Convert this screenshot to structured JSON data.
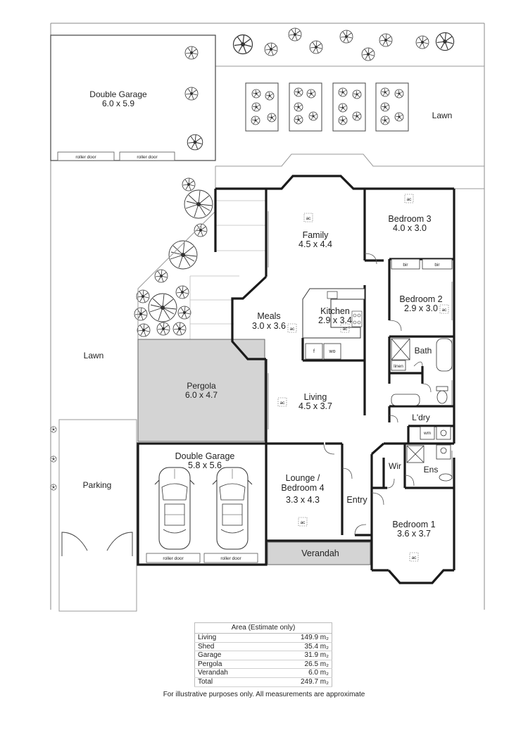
{
  "rooms": {
    "garage_top": {
      "name": "Double Garage",
      "size": "6.0 x 5.9"
    },
    "lawn_top": {
      "name": "Lawn"
    },
    "lawn_left": {
      "name": "Lawn"
    },
    "family": {
      "name": "Family",
      "size": "4.5 x 4.4"
    },
    "bedroom3": {
      "name": "Bedroom 3",
      "size": "4.0 x 3.0"
    },
    "bedroom2": {
      "name": "Bedroom 2",
      "size": "2.9 x 3.0"
    },
    "meals": {
      "name": "Meals",
      "size": "3.0 x 3.6"
    },
    "kitchen": {
      "name": "Kitchen",
      "size": "2.9 x 3.4"
    },
    "bath": {
      "name": "Bath"
    },
    "pergola": {
      "name": "Pergola",
      "size": "6.0 x 4.7"
    },
    "living": {
      "name": "Living",
      "size": "4.5 x 3.7"
    },
    "laundry": {
      "name": "L'dry"
    },
    "garage_main": {
      "name": "Double Garage",
      "size": "5.8 x 5.6"
    },
    "parking": {
      "name": "Parking"
    },
    "lounge": {
      "name": "Lounge /",
      "name2": "Bedroom 4",
      "size": "3.3 x 4.3"
    },
    "entry": {
      "name": "Entry"
    },
    "wir": {
      "name": "Wir"
    },
    "ens": {
      "name": "Ens"
    },
    "bedroom1": {
      "name": "Bedroom 1",
      "size": "3.6 x 3.7"
    },
    "verandah": {
      "name": "Verandah"
    }
  },
  "fixtures": {
    "roller_door": "roller door",
    "ac": "ac",
    "bir": "bir",
    "linen": "linen",
    "wm": "wm",
    "wo": "wo",
    "fridge": "f"
  },
  "area_table": {
    "title": "Area (Estimate only)",
    "rows": [
      {
        "label": "Living",
        "value": "149.9 m₂"
      },
      {
        "label": "Shed",
        "value": "35.4 m₂"
      },
      {
        "label": "Garage",
        "value": "31.9 m₂"
      },
      {
        "label": "Pergola",
        "value": "26.5 m₂"
      },
      {
        "label": "Verandah",
        "value": "6.0 m₂"
      },
      {
        "label": "Total",
        "value": "249.7 m₂"
      }
    ]
  },
  "disclaimer": "For illustrative purposes only. All measurements are approximate"
}
